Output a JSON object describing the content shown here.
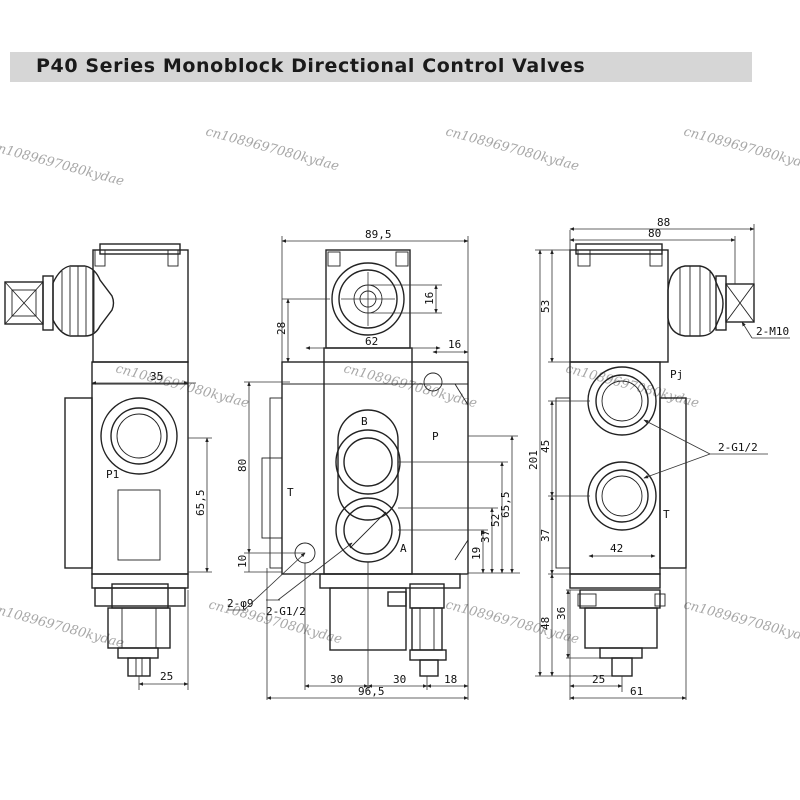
{
  "title": "P40 Series Monoblock Directional Control Valves",
  "watermark": "cn1089697080kydae",
  "dims": {
    "front_width": "89,5",
    "front_28": "28",
    "front_16": "16",
    "front_62": "62",
    "front_16b": "16",
    "front_80": "80",
    "front_10": "10",
    "front_19": "19",
    "front_37": "37",
    "front_52": "52",
    "front_65_5": "65,5",
    "front_30a": "30",
    "front_30b": "30",
    "front_18": "18",
    "front_96_5": "96,5",
    "left_35": "35",
    "left_65_5": "65,5",
    "left_25": "25",
    "right_88": "88",
    "right_80": "80",
    "right_53": "53",
    "right_201": "201",
    "right_45": "45",
    "right_37": "37",
    "right_48": "48",
    "right_36": "36",
    "right_42": "42",
    "right_25": "25",
    "right_61": "61"
  },
  "ports": {
    "p1": "P1",
    "b": "B",
    "p": "P",
    "t_front": "T",
    "a": "A",
    "pj": "Pj",
    "t_right": "T"
  },
  "callouts": {
    "holes": "2-φ9",
    "front_ports": "2-G1/2",
    "right_ports": "2-G1/2",
    "bolts": "2-M10"
  }
}
